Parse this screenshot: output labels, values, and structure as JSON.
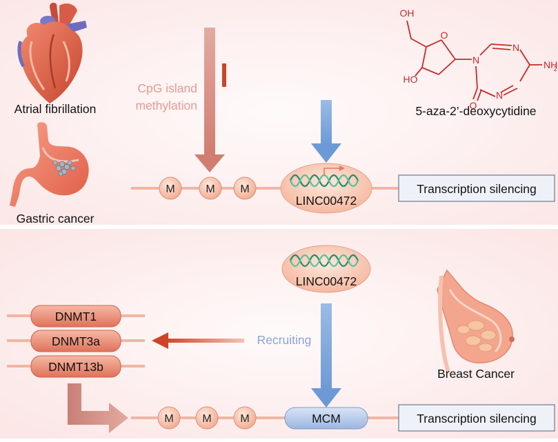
{
  "top_panel": {
    "diseases": [
      "Atrial fibrillation",
      "Gastric cancer"
    ],
    "methylation_label": [
      "CpG island",
      "methylation"
    ],
    "drug": {
      "name": "5-aza-2’-deoxycytidine",
      "atoms": {
        "oh_top": "OH",
        "ho_left": "HO",
        "ring_o": "O",
        "n1": "N",
        "n2": "N",
        "n3": "N",
        "carbonyl_o": "O",
        "amine": "NH",
        "amine_sub": "2"
      }
    },
    "methyl_marks": [
      "M",
      "M",
      "M"
    ],
    "gene": "LINC00472",
    "outcome": "Transcription silencing"
  },
  "bottom_panel": {
    "gene": "LINC00472",
    "dnmts": [
      "DNMT1",
      "DNMT3a",
      "DNMT13b"
    ],
    "recruiting_label": "Recruiting",
    "disease": "Breast Cancer",
    "methyl_marks": [
      "M",
      "M",
      "M"
    ],
    "complex": "MCM",
    "outcome": "Transcription silencing"
  },
  "colors": {
    "methylation_arrow": "#d98a7f",
    "recruit_arrow": "#7fa6d8",
    "inhibition": "#c8452a",
    "dnmt_arrow": "#d4553a",
    "label_pink": "#e49b90",
    "label_blue": "#8aa6d6",
    "drug_red": "#c62a2a"
  }
}
